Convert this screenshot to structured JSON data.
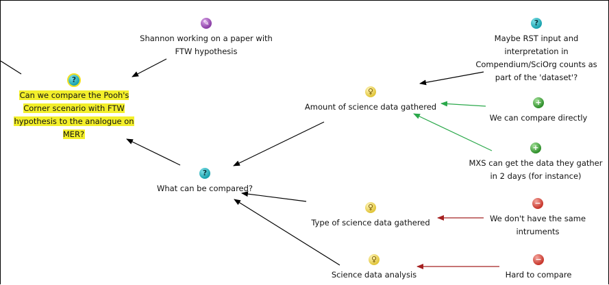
{
  "nodes": {
    "main_question": {
      "label": "Can we compare the Pooh's\nCorner scenario with FTW\nhypothesis to the analogue on\nMER?",
      "icon": "question-icon",
      "selected": true
    },
    "shannon": {
      "label": "Shannon working on a paper with\nFTW hypothesis",
      "icon": "note-icon"
    },
    "what_compared": {
      "label": "What can be compared?",
      "icon": "question-icon"
    },
    "amount": {
      "label": "Amount of science data gathered",
      "icon": "idea-icon"
    },
    "rst": {
      "label": "Maybe RST input and\ninterpretation in\nCompendium/SciOrg counts as\npart of the 'dataset'?",
      "icon": "question-icon"
    },
    "compare_directly": {
      "label": "We can compare directly",
      "icon": "pro-icon"
    },
    "mxs": {
      "label": "MXS can get the data they gather\nin 2 days (for instance)",
      "icon": "pro-icon"
    },
    "type": {
      "label": "Type of science data gathered",
      "icon": "idea-icon"
    },
    "instruments": {
      "label": "We don't have the same\nintruments",
      "icon": "con-icon"
    },
    "analysis": {
      "label": "Science data analysis",
      "icon": "idea-icon"
    },
    "hard": {
      "label": "Hard to compare",
      "icon": "con-icon"
    }
  },
  "colors": {
    "link_default": "#000000",
    "link_pro": "#2aa84a",
    "link_con": "#a52020",
    "selection_highlight": "#f3ef2a"
  }
}
